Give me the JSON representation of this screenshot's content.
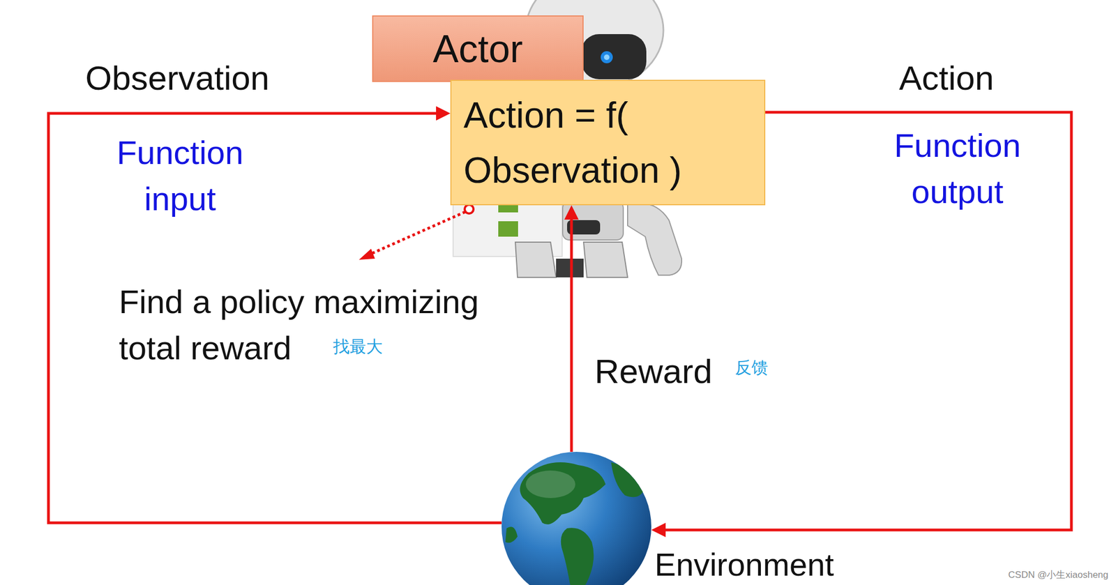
{
  "diagram": {
    "nodes": [
      {
        "text": [
          "Actor"
        ]
      },
      {
        "text": [
          "Action = f( Observation )"
        ]
      },
      {
        "text": [
          "Environment"
        ]
      }
    ],
    "edges": [
      {
        "from": 2,
        "to": 1,
        "arrow": "to",
        "label": "Observation"
      },
      {
        "from": 1,
        "to": 2,
        "arrow": "to",
        "label": "Action"
      },
      {
        "from": 2,
        "to": 1,
        "arrow": "to",
        "label": "Reward"
      }
    ],
    "labels": [
      "Function input",
      "Function output",
      "Find a policy maximizing total reward",
      "找最大",
      "反馈",
      "CSDN @小生xiaosheng"
    ]
  }
}
